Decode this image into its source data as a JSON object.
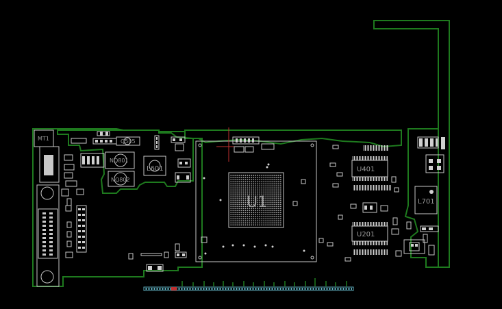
{
  "viewer": {
    "background_color": "#000000",
    "outline_color": "#1e7a1e",
    "silkscreen_color": "#c8c8c8",
    "pad_color": "#d0d0d0",
    "crosshair_color": "#c03030",
    "edge_connector_color": "#5fb0c0"
  },
  "components": {
    "MT1": "MT1",
    "Q505": "Q505",
    "NQ801": "NQ801",
    "NQ802": "NQ802",
    "L601": "L601",
    "U1": "U1",
    "U401": "U401",
    "U201": "U201",
    "L701": "L701"
  }
}
